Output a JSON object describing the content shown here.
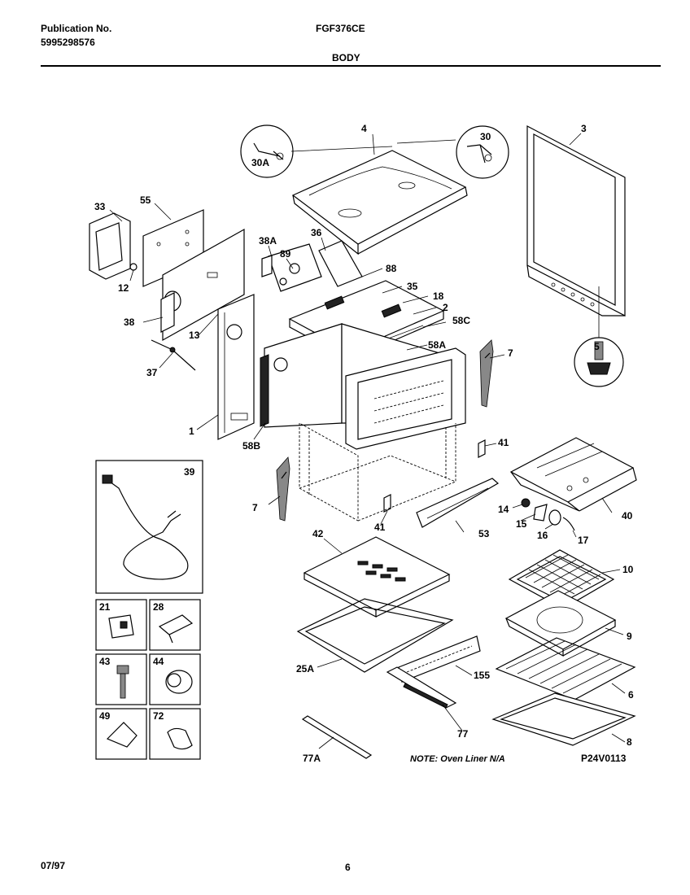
{
  "header": {
    "publication_label": "Publication No.",
    "publication_number": "5995298576",
    "model": "FGF376CE",
    "section": "BODY"
  },
  "diagram": {
    "callouts": {
      "c3": "3",
      "c4": "4",
      "c30": "30",
      "c30a": "30A",
      "c33": "33",
      "c55": "55",
      "c38a": "38A",
      "c36": "36",
      "c89": "89",
      "c88": "88",
      "c35": "35",
      "c18": "18",
      "c2": "2",
      "c58c": "58C",
      "c12": "12",
      "c38": "38",
      "c13": "13",
      "c37": "37",
      "c58a": "58A",
      "c7a": "7",
      "c5": "5",
      "c1": "1",
      "c58b": "58B",
      "c41a": "41",
      "c39": "39",
      "c7b": "7",
      "c41b": "41",
      "c40": "40",
      "c14": "14",
      "c15": "15",
      "c16": "16",
      "c17": "17",
      "c53": "53",
      "c42": "42",
      "c10": "10",
      "c21": "21",
      "c28": "28",
      "c9": "9",
      "c25a": "25A",
      "c155": "155",
      "c43": "43",
      "c44": "44",
      "c6": "6",
      "c49": "49",
      "c72": "72",
      "c77": "77",
      "c8": "8",
      "c77a": "77A"
    },
    "note": "NOTE: Oven Liner N/A",
    "drawing_code": "P24V0113"
  },
  "footer": {
    "date": "07/97",
    "page": "6"
  }
}
